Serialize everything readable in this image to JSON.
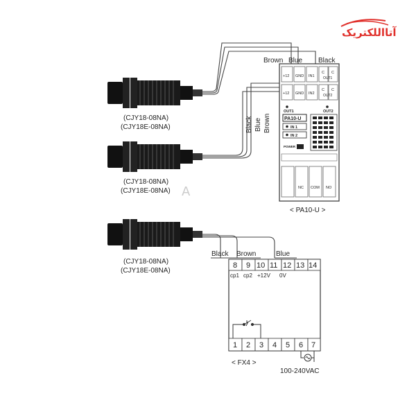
{
  "logo": {
    "text": "آتااللکتریک",
    "color": "#e0302b"
  },
  "sensors": [
    {
      "model_line1": "(CJY18-08NA)",
      "model_line2": "(CJY18E-08NA)"
    },
    {
      "model_line1": "(CJY18-08NA)",
      "model_line2": "(CJY18E-08NA)"
    },
    {
      "model_line1": "(CJY18-08NA)",
      "model_line2": "(CJY18E-08NA)"
    }
  ],
  "wire_colors": {
    "brown": "Brown",
    "blue": "Blue",
    "black": "Black"
  },
  "pa10": {
    "name": "< PA10-U >",
    "panel_label": "PA10-U",
    "top_terminals_row1": [
      "+12",
      "GND",
      "IN1",
      "C",
      "C"
    ],
    "top_terminals_row1_sub": [
      "",
      "",
      "",
      "OUT1",
      ""
    ],
    "top_terminals_row2": [
      "+12",
      "GND",
      "IN2",
      "C",
      "C"
    ],
    "top_terminals_row2_sub": [
      "",
      "",
      "",
      "OUT2",
      ""
    ],
    "out1": "OUT1",
    "out2": "OUT2",
    "in1": "IN 1",
    "in2": "IN 2",
    "power": "POWER",
    "bottom_terminals": [
      "",
      "NC",
      "COM",
      "NO"
    ]
  },
  "fx4": {
    "name": "< FX4 >",
    "top_terminals": [
      "8",
      "9",
      "10",
      "11",
      "12",
      "13",
      "14"
    ],
    "top_labels": [
      "cp1",
      "cp2",
      "+12V",
      "0V"
    ],
    "bottom_terminals": [
      "1",
      "2",
      "3",
      "4",
      "5",
      "6",
      "7"
    ],
    "supply": "100-240VAC"
  },
  "watermark": "A"
}
